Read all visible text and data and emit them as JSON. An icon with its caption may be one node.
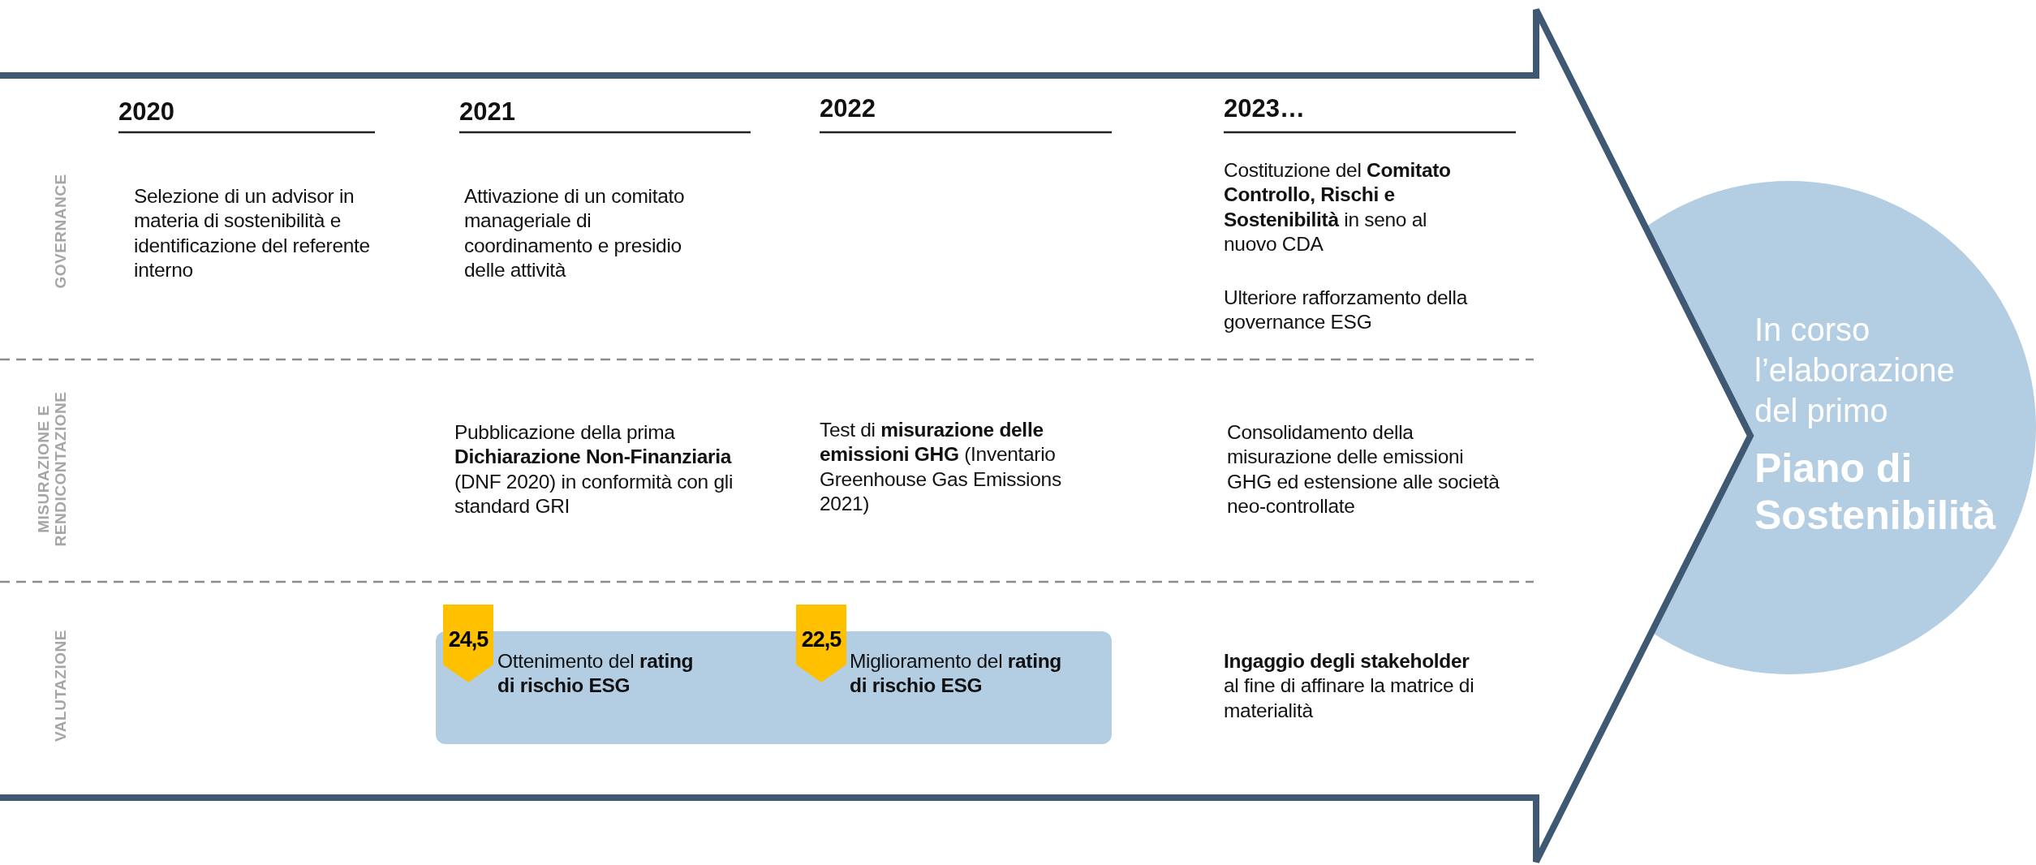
{
  "diagram": {
    "nodes": [
      {
        "text": [
          "Ottenimento del **rating di rischio ESG**",
          "Miglioramento del **rating di rischio ESG**"
        ]
      },
      {
        "text": [
          "24,5"
        ]
      },
      {
        "text": [
          "22,5"
        ]
      },
      {
        "text": [
          "In corso l’elaborazione del primo",
          "Piano di Sostenibilità"
        ]
      }
    ],
    "edges": [],
    "labels": [
      "2020",
      "2021",
      "2022",
      "2023…",
      "GOVERNANCE",
      "Selezione di un advisor in materia di sostenibilità e identificazione del referente interno",
      "Attivazione di un comitato manageriale di coordinamento e presidio delle attività",
      "Costituzione del **Comitato Controllo, Rischi e Sostenibilità** in seno al nuovo CDA",
      "Ulteriore rafforzamento della governance ESG",
      "MISURAZIONE E RENDICONTAZIONE",
      "Pubblicazione della prima **Dichiarazione Non-Finanziaria** (DNF 2020) in conformità con gli standard GRI",
      "Test di **misurazione delle emissioni GHG** (Inventario Greenhouse Gas Emissions 2021)",
      "Consolidamento della misurazione delle emissioni GHG ed estensione alle società neo-controllate",
      "VALUTAZIONE",
      "**Ingaggio degli stakeholder** al fine di affinare la matrice di materialità"
    ]
  }
}
